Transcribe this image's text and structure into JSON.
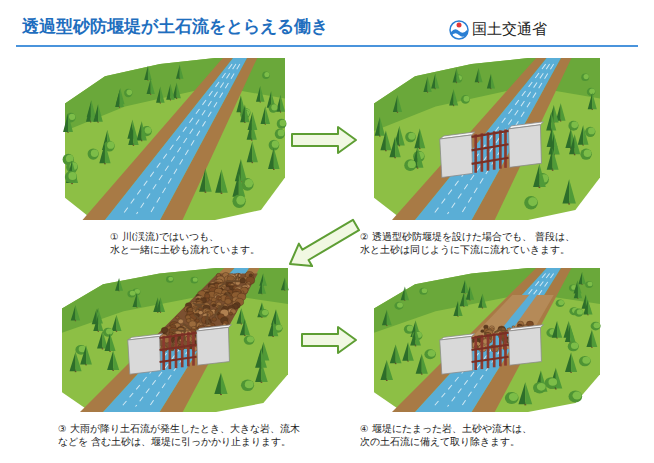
{
  "diagram": {
    "title": "透過型砂防堰堤が土石流をとらえる働き",
    "nodes": [
      {
        "text": [
          "① 川(渓流)ではいつも、 水と一緒に土砂も流れています。"
        ]
      },
      {
        "text": [
          "② 透過型砂防堰堤を設けた場合でも、 普段は、水と土砂は同じように下流に流れていきます。"
        ]
      },
      {
        "text": [
          "③ 大雨が降り土石流が発生したとき、大きな岩、流木などを 含む土砂は、堰堤に引っかかり止まります。"
        ]
      },
      {
        "text": [
          "④ 堰堤にたまった岩、土砂や流木は、 次の土石流に備えて取り除きます。"
        ]
      }
    ],
    "edges": [
      {
        "from": 0,
        "to": 1,
        "arrow": "to"
      },
      {
        "from": 1,
        "to": 2,
        "arrow": "to"
      },
      {
        "from": 2,
        "to": 3,
        "arrow": "to"
      }
    ],
    "labels": [
      "国土交通省"
    ]
  }
}
